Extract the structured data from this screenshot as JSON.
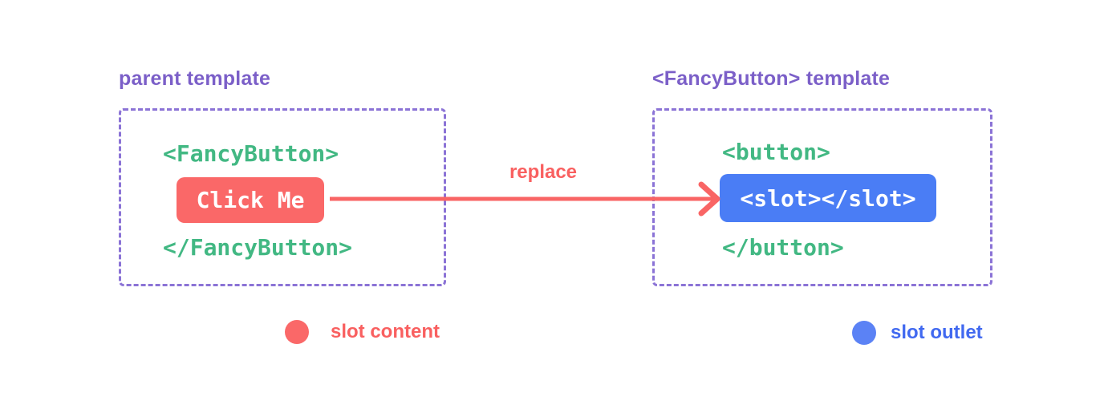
{
  "diagram": {
    "title_left": "parent template",
    "title_right": "<FancyButton> template",
    "parent_box": {
      "open_tag": "<FancyButton>",
      "button_label": "Click Me",
      "close_tag": "</FancyButton>"
    },
    "child_box": {
      "open_tag": "<button>",
      "slot_label": "<slot></slot>",
      "close_tag": "</button>"
    },
    "arrow_label": "replace",
    "legend": {
      "content": {
        "label": "slot content",
        "color": "#fa6868"
      },
      "outlet": {
        "label": "slot outlet",
        "color": "#5b82f5"
      }
    },
    "colors": {
      "purple_label": "#7b5fc8",
      "purple_border": "#8b73d6",
      "code_green": "#42b883",
      "coral_red": "#f96565",
      "red_button_bg": "#fa6868",
      "blue_button_bg": "#4a7df5",
      "red_text": "#f96060",
      "blue_text": "#4169f0",
      "button_text": "#ffffff",
      "background": "#ffffff"
    }
  }
}
